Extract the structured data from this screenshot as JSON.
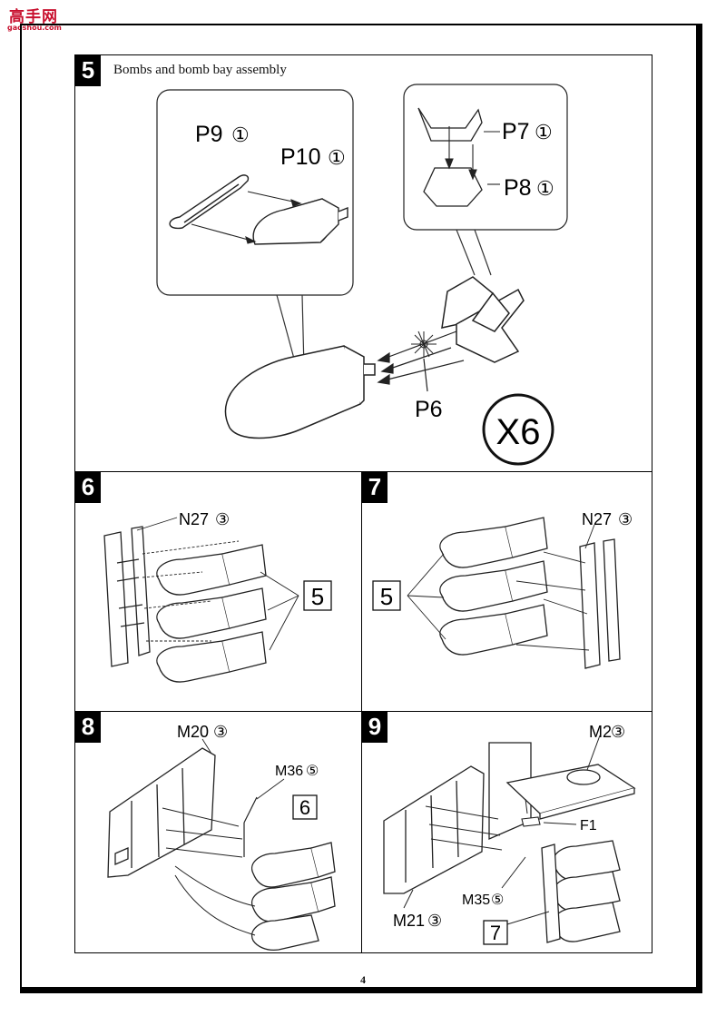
{
  "logo": {
    "text": "高手网",
    "url": "gaoshou.com"
  },
  "steps": [
    {
      "number": "5",
      "title": "Bombs and bomb bay assembly",
      "parts": {
        "p9": "P9",
        "p10": "P10",
        "p7": "P7",
        "p8": "P8",
        "p6": "P6"
      },
      "qty": {
        "p9": "①",
        "p10": "①",
        "p7": "①",
        "p8": "①"
      },
      "multiplier": "X6"
    },
    {
      "number": "6",
      "part": "N27",
      "qty": "③",
      "ref_step": "5"
    },
    {
      "number": "7",
      "part": "N27",
      "qty": "③",
      "ref_step": "5"
    },
    {
      "number": "8",
      "part_m20": "M20",
      "qty_m20": "③",
      "part_m36": "M36",
      "qty_m36": "⑤",
      "ref_step": "6"
    },
    {
      "number": "9",
      "part_m2": "M2",
      "qty_m2": "③",
      "part_f1": "F1",
      "part_m35": "M35",
      "qty_m35": "⑤",
      "part_m21": "M21",
      "qty_m21": "③",
      "ref_step": "7"
    }
  ],
  "page_number": "4"
}
